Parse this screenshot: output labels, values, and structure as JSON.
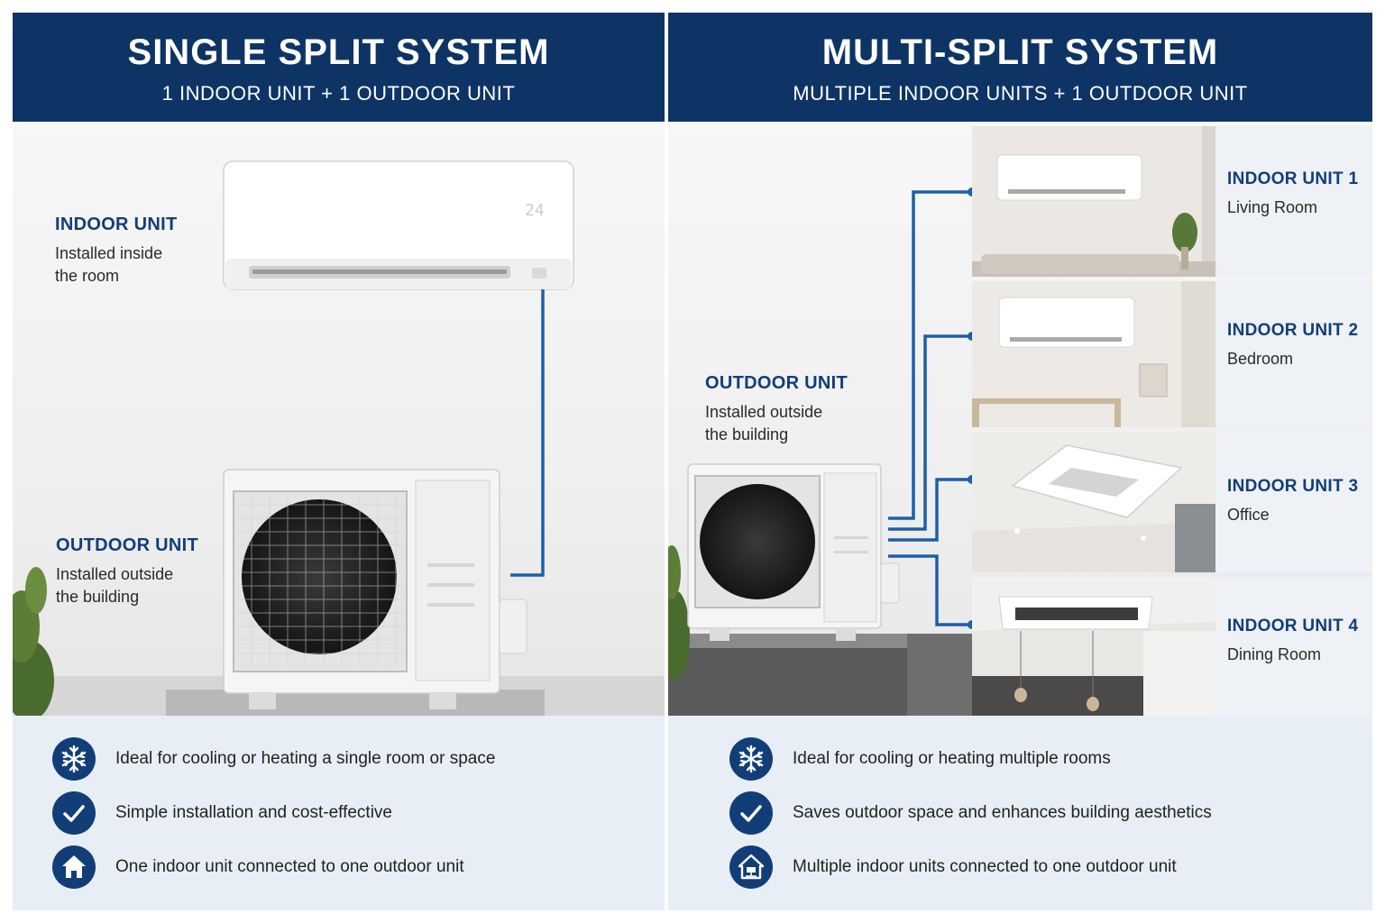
{
  "single": {
    "title": "SINGLE SPLIT SYSTEM",
    "subtitle": "1 INDOOR UNIT + 1 OUTDOOR UNIT",
    "indoor_label": {
      "title": "INDOOR UNIT",
      "line1": "Installed inside",
      "line2": "the room"
    },
    "outdoor_label": {
      "title": "OUTDOOR UNIT",
      "line1": "Installed outside",
      "line2": "the building"
    },
    "display_reading": "24",
    "features": [
      {
        "icon": "snowflake-icon",
        "text": "Ideal for cooling or heating a single room or space"
      },
      {
        "icon": "checkmark-icon",
        "text": "Simple installation and cost-effective"
      },
      {
        "icon": "house-icon",
        "text": "One indoor unit connected to one outdoor unit"
      }
    ]
  },
  "multi": {
    "title": "MULTI-SPLIT SYSTEM",
    "subtitle": "MULTIPLE INDOOR UNITS + 1 OUTDOOR UNIT",
    "outdoor_label": {
      "title": "OUTDOOR UNIT",
      "line1": "Installed outside",
      "line2": "the building"
    },
    "units": [
      {
        "title": "INDOOR UNIT 1",
        "room": "Living Room"
      },
      {
        "title": "INDOOR UNIT 2",
        "room": "Bedroom"
      },
      {
        "title": "INDOOR UNIT 3",
        "room": "Office"
      },
      {
        "title": "INDOOR UNIT 4",
        "room": "Dining Room"
      }
    ],
    "features": [
      {
        "icon": "snowflake-icon",
        "text": "Ideal for cooling or heating multiple rooms"
      },
      {
        "icon": "checkmark-icon",
        "text": "Saves outdoor space and enhances building aesthetics"
      },
      {
        "icon": "house-network-icon",
        "text": "Multiple indoor units connected to one outdoor unit"
      }
    ]
  },
  "colors": {
    "navy": "#0e3466",
    "accent_blue": "#1d5fa8",
    "label_blue": "#123e78",
    "bottom_bg": "#e8eef6"
  }
}
